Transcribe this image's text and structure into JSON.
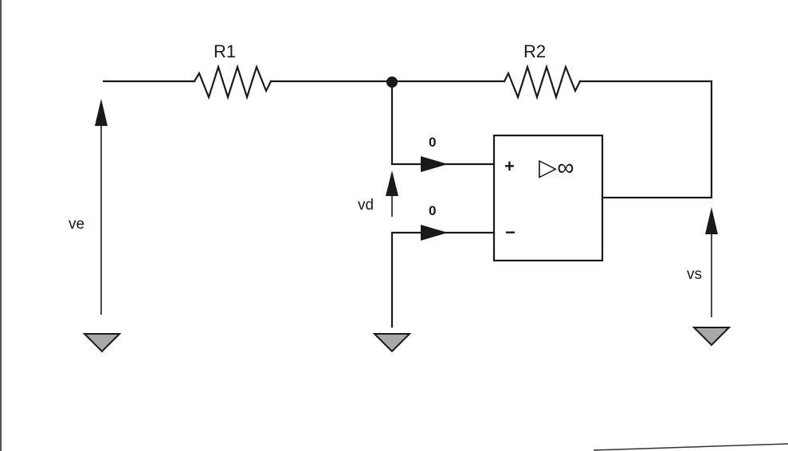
{
  "components": {
    "r1": {
      "label": "R1"
    },
    "r2": {
      "label": "R2"
    },
    "opamp": {
      "plus_label": "+",
      "minus_label": "−",
      "gain_symbol": "▷∞",
      "plus_current": "0",
      "minus_current": "0"
    }
  },
  "voltages": {
    "ve": "ve",
    "vd": "vd",
    "vs": "vs"
  },
  "colors": {
    "line": "#1a1a1a",
    "ground_fill": "#a8a8a8",
    "background": "#ffffff"
  }
}
